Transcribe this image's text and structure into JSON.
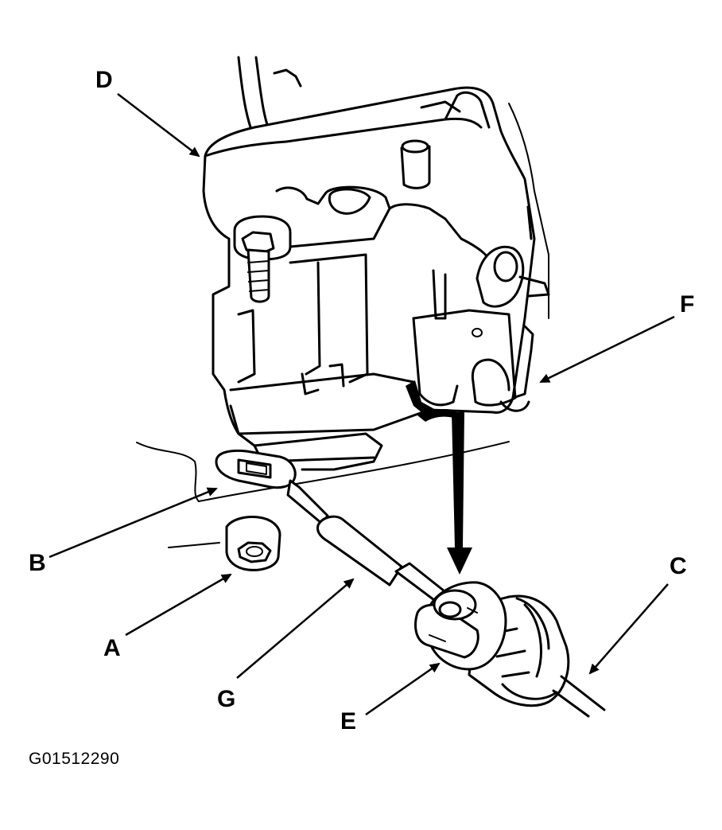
{
  "labels": {
    "A": "A",
    "B": "B",
    "C": "C",
    "D": "D",
    "E": "E",
    "F": "F",
    "G": "G"
  },
  "figure_code": "G01512290"
}
